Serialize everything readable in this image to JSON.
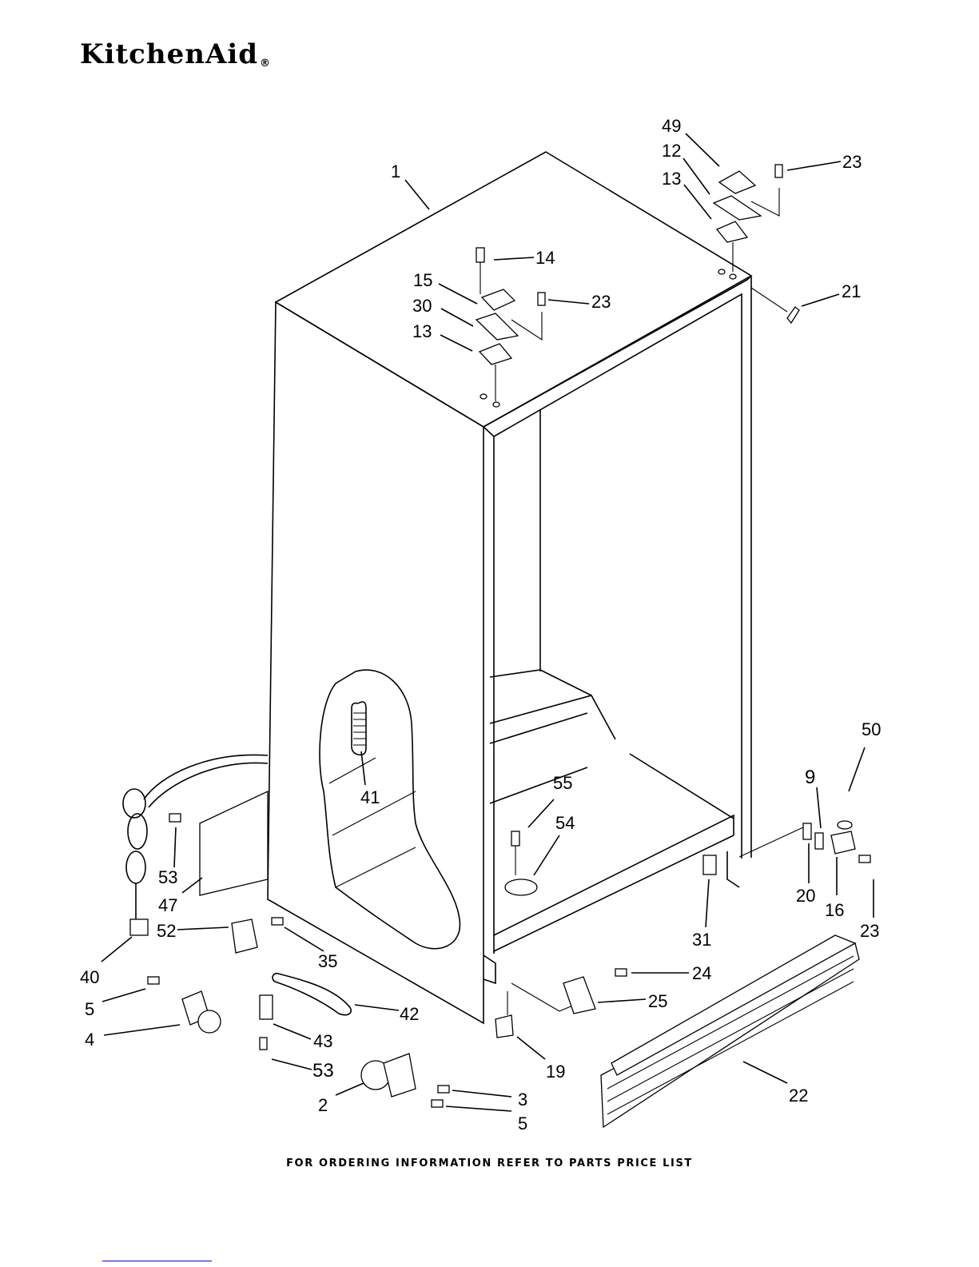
{
  "header": {
    "brand": "KitchenAid",
    "reg_mark": "®"
  },
  "footer": {
    "note": "FOR ORDERING INFORMATION REFER TO PARTS PRICE LIST"
  },
  "callouts": {
    "c1": "1",
    "c2": "2",
    "c3": "3",
    "c4": "4",
    "c5a": "5",
    "c5b": "5",
    "c9": "9",
    "c12": "12",
    "c13a": "13",
    "c13b": "13",
    "c14": "14",
    "c15": "15",
    "c16": "16",
    "c19": "19",
    "c20": "20",
    "c21": "21",
    "c22": "22",
    "c23a": "23",
    "c23b": "23",
    "c23c": "23",
    "c24": "24",
    "c25": "25",
    "c30": "30",
    "c31": "31",
    "c35": "35",
    "c40": "40",
    "c41": "41",
    "c42": "42",
    "c43": "43",
    "c47": "47",
    "c49": "49",
    "c50": "50",
    "c52": "52",
    "c53a": "53",
    "c53b": "53",
    "c54": "54",
    "c55": "55"
  }
}
